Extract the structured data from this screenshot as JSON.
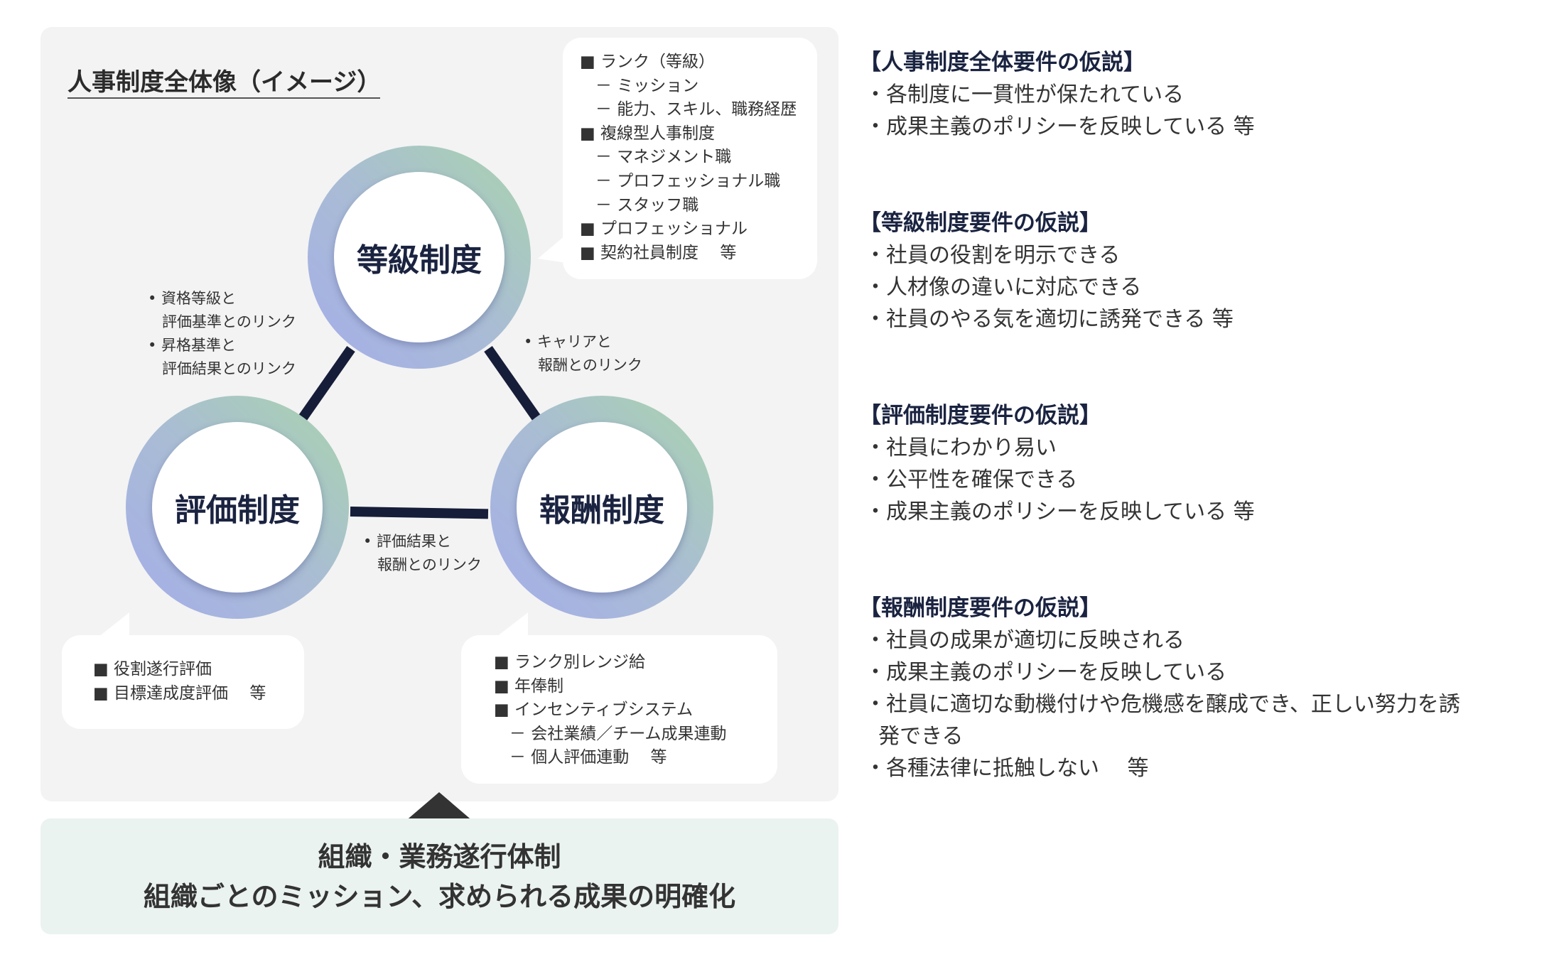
{
  "diagram": {
    "title": "人事制度全体像（イメージ）",
    "nodes": {
      "grade": "等級制度",
      "evaluation": "評価制度",
      "compensation": "報酬制度"
    },
    "links": {
      "grade_evaluation": [
        "• 資格等級と",
        "   評価基準とのリンク",
        "• 昇格基準と",
        "   評価結果とのリンク"
      ],
      "grade_compensation": [
        "• キャリアと",
        "   報酬とのリンク"
      ],
      "evaluation_compensation": [
        "• 評価結果と",
        "   報酬とのリンク"
      ]
    },
    "grade_bubble": [
      "■ ランク（等級）",
      "   － ミッション",
      "   － 能力、スキル、職務経歴",
      "■ 複線型人事制度",
      "   － マネジメント職",
      "   － プロフェッショナル職",
      "   － スタッフ職",
      "■ プロフェッショナル",
      "■ 契約社員制度　 等"
    ],
    "evaluation_bubble": [
      "■ 役割遂行評価",
      "■ 目標達成度評価　 等"
    ],
    "compensation_bubble": [
      "■ ランク別レンジ給",
      "■ 年俸制",
      "■ インセンティブシステム",
      "   － 会社業績／チーム成果連動",
      "   － 個人評価連動　 等"
    ],
    "foundation": [
      "組織・業務遂行体制",
      "組織ごとのミッション、求められる成果の明確化"
    ]
  },
  "hypotheses": [
    {
      "heading": "【人事制度全体要件の仮説】",
      "items": [
        "・各制度に一貫性が保たれている",
        "・成果主義のポリシーを反映している 等"
      ]
    },
    {
      "heading": "【等級制度要件の仮説】",
      "items": [
        "・社員の役割を明示できる",
        "・人材像の違いに対応できる",
        "・社員のやる気を適切に誘発できる 等"
      ]
    },
    {
      "heading": "【評価制度要件の仮説】",
      "items": [
        "・社員にわかり易い",
        "・公平性を確保できる",
        "・成果主義のポリシーを反映している 等"
      ]
    },
    {
      "heading": "【報酬制度要件の仮説】",
      "items": [
        "・社員の成果が適切に反映される",
        "・成果主義のポリシーを反映している",
        "・社員に適切な動機付けや危機感を醸成でき、正しい努力を誘",
        "  発できる",
        "・各種法律に抵触しない　 等"
      ]
    }
  ]
}
